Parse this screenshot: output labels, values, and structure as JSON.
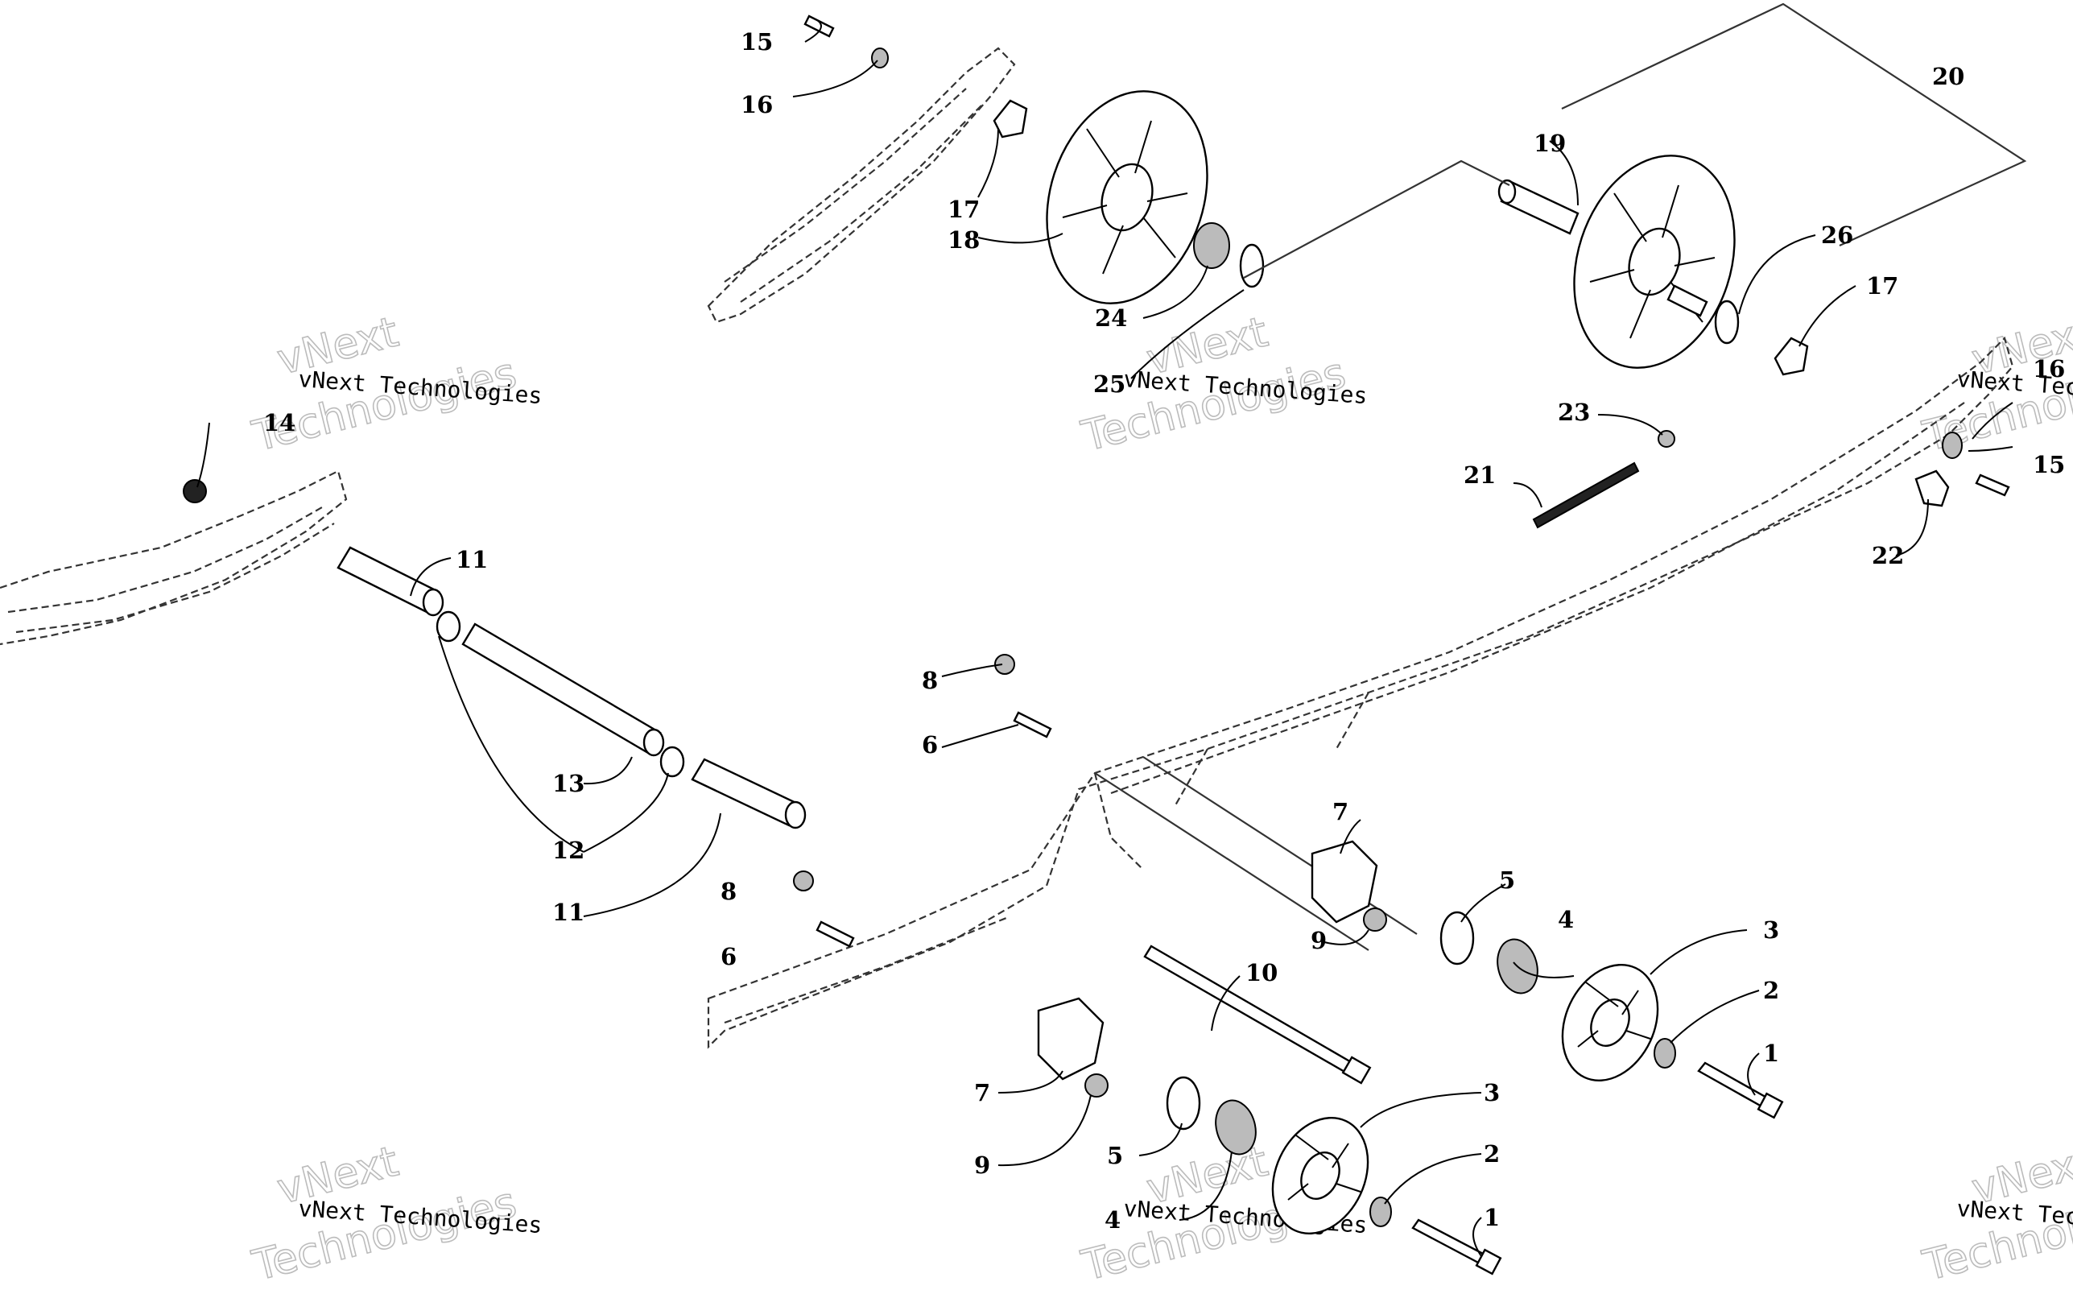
{
  "watermarks": {
    "company": "vNext Technologies",
    "big_top": "vNext",
    "big_bottom": "Technologies"
  },
  "callouts": {
    "c1a": "1",
    "c1b": "1",
    "c2a": "2",
    "c2b": "2",
    "c3a": "3",
    "c3b": "3",
    "c4a": "4",
    "c4b": "4",
    "c5a": "5",
    "c5b": "5",
    "c6a": "6",
    "c6b": "6",
    "c7a": "7",
    "c7b": "7",
    "c8a": "8",
    "c8b": "8",
    "c9a": "9",
    "c9b": "9",
    "c10": "10",
    "c11a": "11",
    "c11b": "11",
    "c12": "12",
    "c13": "13",
    "c14": "14",
    "c15a": "15",
    "c15b": "15",
    "c16a": "16",
    "c16b": "16",
    "c17a": "17",
    "c17b": "17",
    "c18": "18",
    "c19": "19",
    "c20": "20",
    "c21": "21",
    "c22": "22",
    "c23": "23",
    "c24": "24",
    "c25": "25",
    "c26": "26"
  }
}
